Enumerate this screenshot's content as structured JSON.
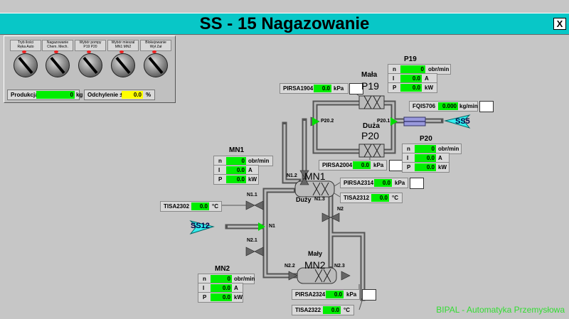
{
  "title": "SS - 15 Nagazowanie",
  "close_label": "X",
  "selectors": [
    {
      "line1": "Tryb ilości",
      "line2": "Ręka     Auto"
    },
    {
      "line1": "Nagazowanie",
      "line2": "Chem.  Mech."
    },
    {
      "line1": "Wybór pompy",
      "line2": "P19      P20"
    },
    {
      "line1": "Wybór mieszal",
      "line2": "MN1     MN2"
    },
    {
      "line1": "Blokejowanie",
      "line2": "Wył     Zał"
    }
  ],
  "produkcja": {
    "label": "Produkcja",
    "value": "0",
    "unit": "kg"
  },
  "odchylenie": {
    "label": "Odchylenie ±",
    "value": "0.0",
    "unit": "%"
  },
  "pumps": {
    "p19": {
      "heading": "P19",
      "n": "0",
      "n_unit": "obr/min",
      "i": "0.0",
      "i_unit": "A",
      "p": "0.0",
      "p_unit": "kW"
    },
    "p20": {
      "heading": "P20",
      "n": "0",
      "n_unit": "obr/min",
      "i": "0.0",
      "i_unit": "A",
      "p": "0.0",
      "p_unit": "kW"
    },
    "mn1": {
      "heading": "MN1",
      "n": "0",
      "n_unit": "obr/min",
      "i": "0.0",
      "i_unit": "A",
      "p": "0.0",
      "p_unit": "kW"
    },
    "mn2": {
      "heading": "MN2",
      "n": "0",
      "n_unit": "obr/min",
      "i": "0.0",
      "i_unit": "A",
      "p": "0.0",
      "p_unit": "kW"
    }
  },
  "row_labels": {
    "n": "n",
    "i": "I",
    "p": "P"
  },
  "instruments": {
    "pirsa1904": {
      "label": "PIRSA1904",
      "value": "0.0",
      "unit": "kPa"
    },
    "fqis706": {
      "label": "FQIS706",
      "value": "0.000",
      "unit": "kg/min"
    },
    "pirsa2004": {
      "label": "PIRSA2004",
      "value": "0.0",
      "unit": "kPa"
    },
    "pirsa2314": {
      "label": "PIRSA2314",
      "value": "0.0",
      "unit": "kPa"
    },
    "tisa2312": {
      "label": "TISA2312",
      "value": "0.0",
      "unit": "°C"
    },
    "tisa2302": {
      "label": "TISA2302",
      "value": "0.0",
      "unit": "°C"
    },
    "pirsa2324": {
      "label": "PIRSA2324",
      "value": "0.0",
      "unit": "kPa"
    },
    "tisa2322": {
      "label": "TISA2322",
      "value": "0.0",
      "unit": "°C"
    }
  },
  "labels": {
    "mala": "Mała",
    "p19": "P19",
    "duza": "Duża",
    "p20": "P20",
    "ss5": "SS5",
    "ss12": "SS12",
    "p20_2": "P20.2",
    "p20_1": "P20.1",
    "mn1": "MN1",
    "duzy": "Duży",
    "n1_2": "N1.2",
    "n1_3": "N1.3",
    "n1_1": "N1.1",
    "n1": "N1",
    "n2": "N2",
    "n2_1": "N2.1",
    "maly": "Mały",
    "mn2": "MN2",
    "n2_2": "N2.2",
    "n2_3": "N2.3"
  },
  "brand": "BIPAL - Automatyka Przemysłowa"
}
